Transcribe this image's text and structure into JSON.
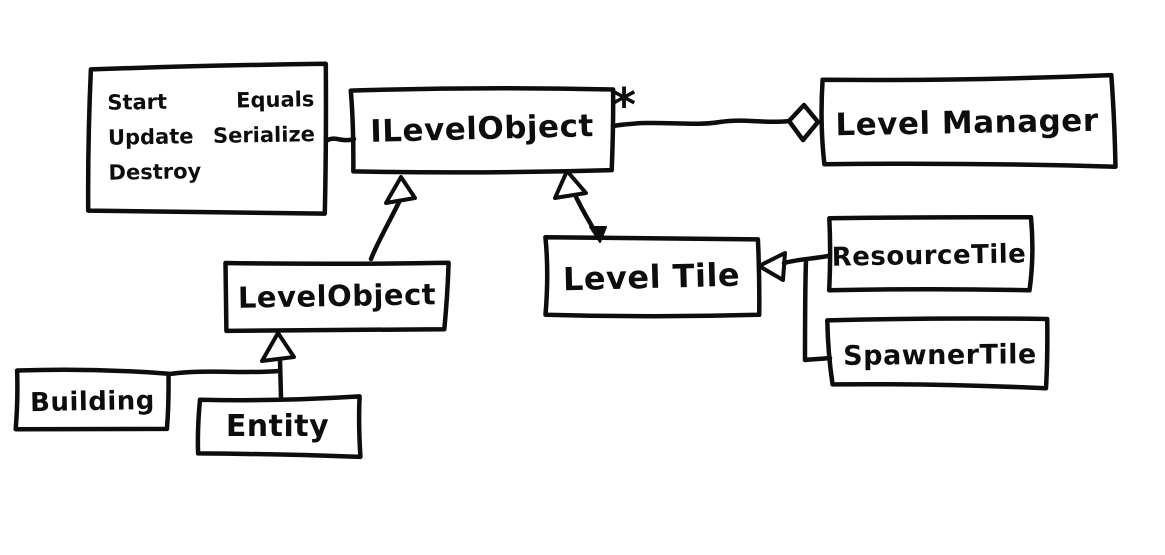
{
  "canvas": {
    "background": "#ffffff",
    "ink": "#0d0d0d"
  },
  "diagram_type": "hand-drawn UML class diagram",
  "boxes": {
    "methods_note": {
      "items": [
        "Start",
        "Equals",
        "Update",
        "Serialize",
        "Destroy"
      ]
    },
    "ilevel_object": {
      "label": "ILevelObject"
    },
    "level_manager": {
      "label": "Level Manager"
    },
    "level_object": {
      "label": "LevelObject"
    },
    "level_tile": {
      "label": "Level Tile"
    },
    "resource_tile": {
      "label": "ResourceTile"
    },
    "spawner_tile": {
      "label": "SpawnerTile"
    },
    "building": {
      "label": "Building"
    },
    "entity": {
      "label": "Entity"
    }
  },
  "relations": {
    "multiplicity": "*",
    "edges": [
      {
        "from": "methods note",
        "to": "ILevelObject",
        "type": "attachment"
      },
      {
        "from": "ILevelObject",
        "to": "LevelManager",
        "type": "aggregation",
        "multiplicity": "*"
      },
      {
        "from": "LevelObject",
        "to": "ILevelObject",
        "type": "inheritance"
      },
      {
        "from": "LevelTile",
        "to": "ILevelObject",
        "type": "inheritance"
      },
      {
        "from": "ResourceTile",
        "to": "LevelTile",
        "type": "inheritance"
      },
      {
        "from": "SpawnerTile",
        "to": "LevelTile",
        "type": "inheritance"
      },
      {
        "from": "Building",
        "to": "LevelObject",
        "type": "inheritance"
      },
      {
        "from": "Entity",
        "to": "LevelObject",
        "type": "inheritance"
      }
    ]
  }
}
